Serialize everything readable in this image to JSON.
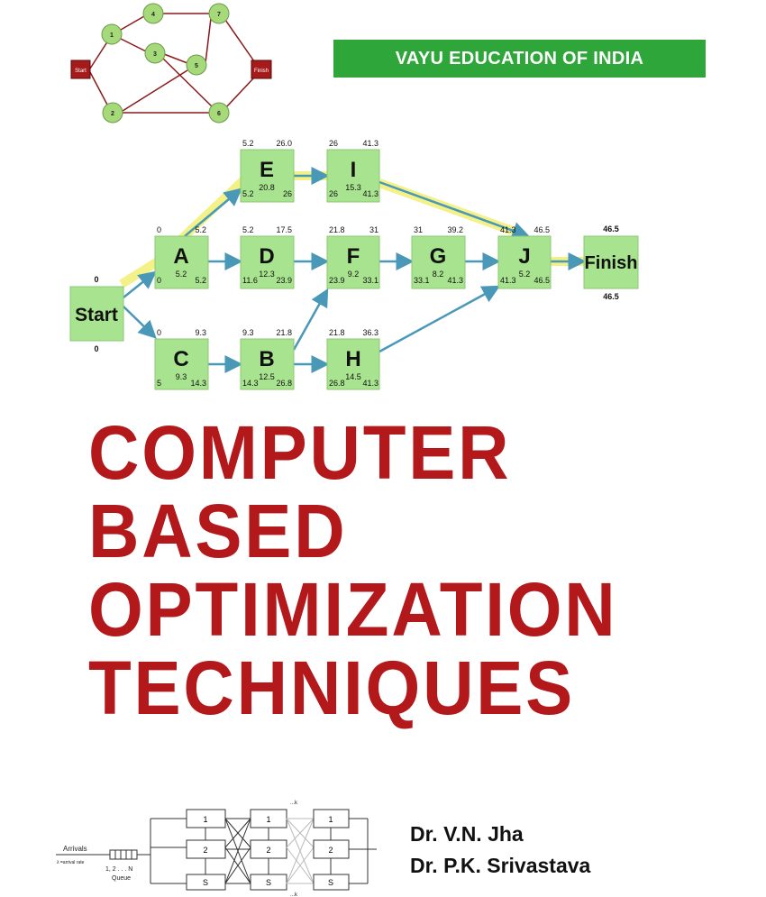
{
  "publisher": "VAYU EDUCATION OF INDIA",
  "colors": {
    "title_red": "#b3181b",
    "banner_green": "#2ea63a",
    "node_green": "#a8e38f",
    "arrow_blue": "#4a98b8",
    "critical_yellow": "#f2f07a",
    "network_red": "#8b1a1a"
  },
  "title_lines": [
    "COMPUTER",
    "BASED",
    "OPTIMIZATION",
    "TECHNIQUES"
  ],
  "authors": [
    "Dr. V.N. Jha",
    "Dr. P.K. Srivastava"
  ],
  "small_network": {
    "start": "Start",
    "finish": "Finish",
    "nodes": [
      "1",
      "2",
      "3",
      "4",
      "5",
      "6",
      "7"
    ]
  },
  "cpm": {
    "start": {
      "label": "Start",
      "top": "0",
      "bottom": "0"
    },
    "finish": {
      "label": "Finish",
      "top": "46.5",
      "bottom": "46.5"
    },
    "nodes": {
      "A": {
        "label": "A",
        "es": "0",
        "ef": "5.2",
        "ls": "0",
        "dur": "5.2",
        "lf": "5.2"
      },
      "E": {
        "label": "E",
        "es": "5.2",
        "ef": "26.0",
        "ls": "5.2",
        "dur": "20.8",
        "lf": "26"
      },
      "I": {
        "label": "I",
        "es": "26",
        "ef": "41.3",
        "ls": "26",
        "dur": "15.3",
        "lf": "41.3"
      },
      "D": {
        "label": "D",
        "es": "5.2",
        "ef": "17.5",
        "ls": "11.6",
        "dur": "12.3",
        "lf": "23.9"
      },
      "F": {
        "label": "F",
        "es": "21.8",
        "ef": "31",
        "ls": "23.9",
        "dur": "9.2",
        "lf": "33.1"
      },
      "G": {
        "label": "G",
        "es": "31",
        "ef": "39.2",
        "ls": "33.1",
        "dur": "8.2",
        "lf": "41.3"
      },
      "J": {
        "label": "J",
        "es": "41.3",
        "ef": "46.5",
        "ls": "41.3",
        "dur": "5.2",
        "lf": "46.5"
      },
      "C": {
        "label": "C",
        "es": "0",
        "ef": "9.3",
        "ls": "5",
        "dur": "9.3",
        "lf": "14.3"
      },
      "B": {
        "label": "B",
        "es": "9.3",
        "ef": "21.8",
        "ls": "14.3",
        "dur": "12.5",
        "lf": "26.8"
      },
      "H": {
        "label": "H",
        "es": "21.8",
        "ef": "36.3",
        "ls": "26.8",
        "dur": "14.5",
        "lf": "41.3"
      }
    }
  },
  "queue_diagram": {
    "arrivals": "Arrivals",
    "rate": "λ =arrival rate",
    "queue_range": "1, 2 . . . N",
    "queue": "Queue",
    "servers": [
      "1",
      "2",
      "S"
    ],
    "k_label": "...k"
  }
}
